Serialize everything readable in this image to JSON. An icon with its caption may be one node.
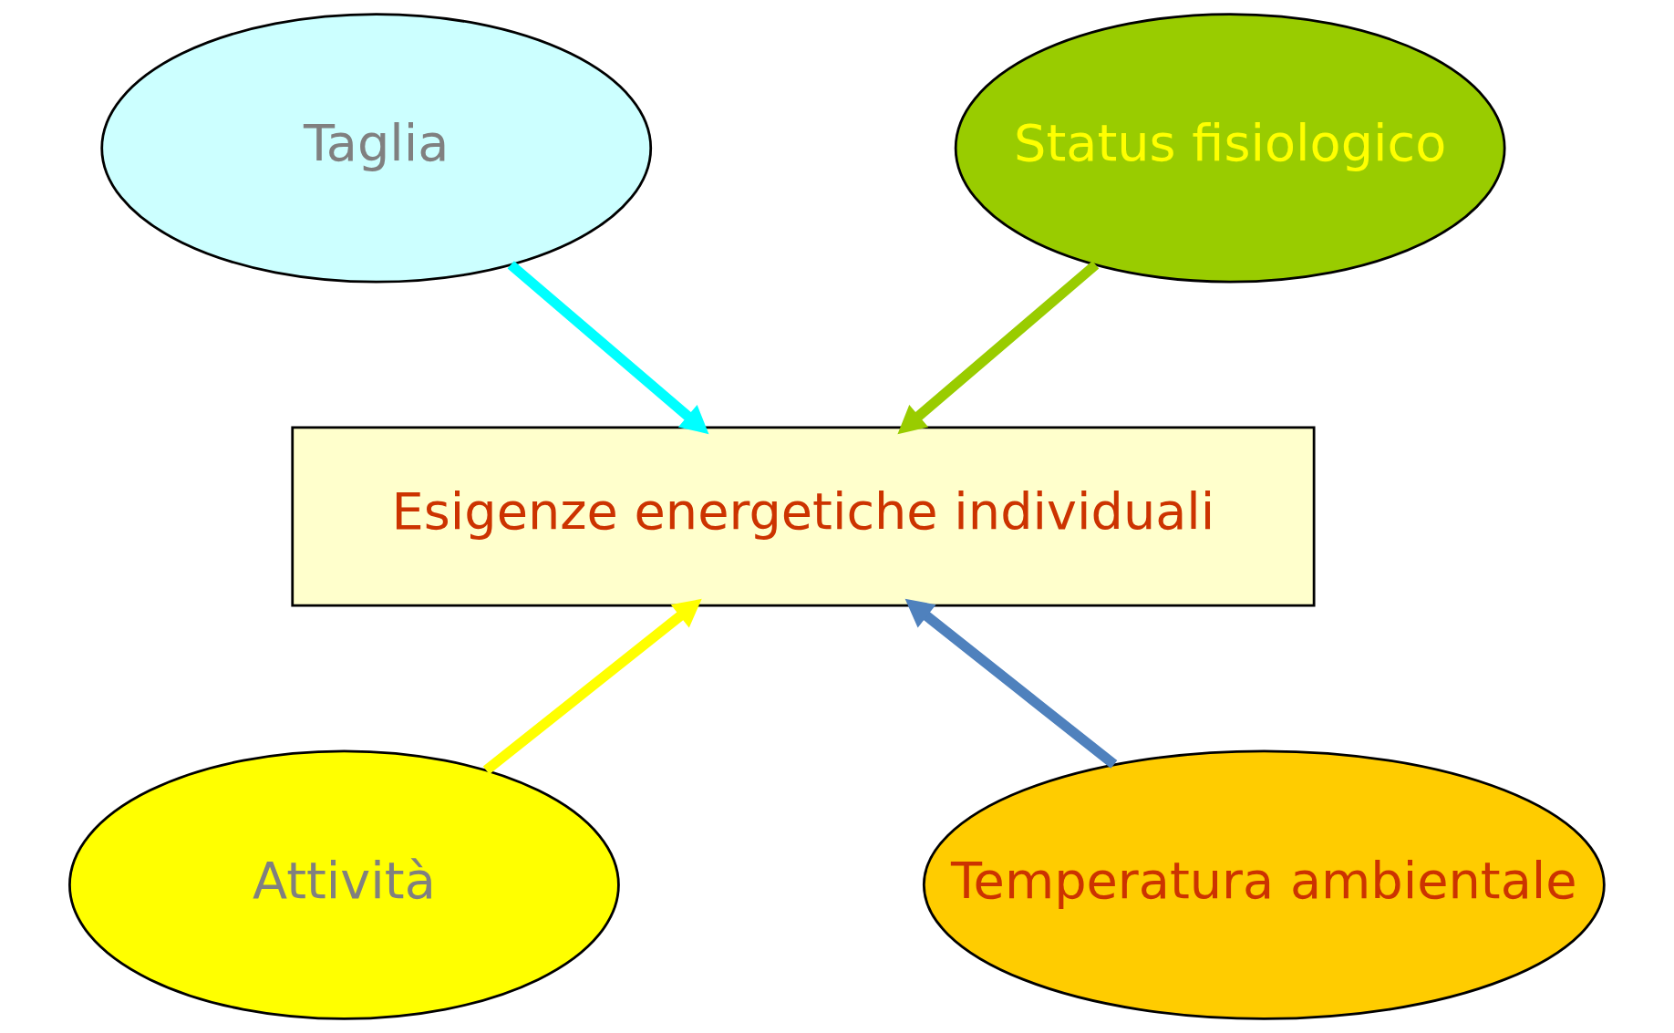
{
  "diagram": {
    "nodes": [
      {
        "text": [
          "Taglia"
        ]
      },
      {
        "text": [
          "Status fisiologico"
        ]
      },
      {
        "text": [
          "Esigenze energetiche individuali"
        ]
      },
      {
        "text": [
          "Attività"
        ]
      },
      {
        "text": [
          "Temperatura ambientale"
        ]
      }
    ],
    "edges": [
      {
        "from": 0,
        "to": 2,
        "arrow": "to",
        "color": "#00ffff"
      },
      {
        "from": 1,
        "to": 2,
        "arrow": "to",
        "color": "#99cc00"
      },
      {
        "from": 3,
        "to": 2,
        "arrow": "to",
        "color": "#ffff00"
      },
      {
        "from": 4,
        "to": 2,
        "arrow": "to",
        "color": "#4f81bd"
      }
    ]
  }
}
